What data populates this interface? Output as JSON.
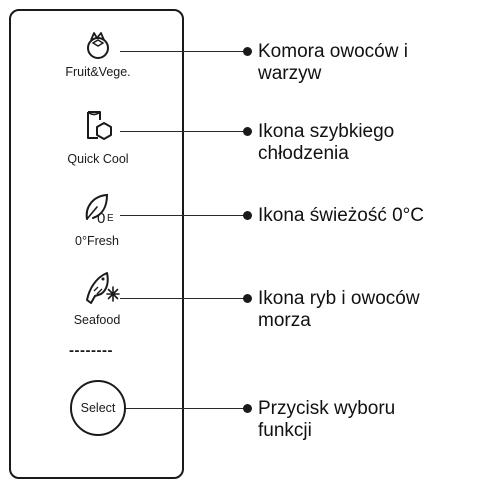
{
  "items": [
    {
      "icon": "tomato-icon",
      "sub": "Fruit&Vege.",
      "desc": "Komora owoców i\nwarzyw"
    },
    {
      "icon": "quick-cool-icon",
      "sub": "Quick Cool",
      "desc": "Ikona szybkiego\nchłodzenia"
    },
    {
      "icon": "leaf-zero-icon",
      "sub": "0°Fresh",
      "desc": "Ikona świeżość 0°C",
      "icon_text": "0",
      "icon_small": "E"
    },
    {
      "icon": "fish-snowflake-icon",
      "sub": "Seafood",
      "desc": "Ikona ryb i owoców\nmorza"
    }
  ],
  "separator": "--------",
  "select": {
    "label": "Select",
    "desc": "Przycisk wyboru\nfunkcji"
  }
}
